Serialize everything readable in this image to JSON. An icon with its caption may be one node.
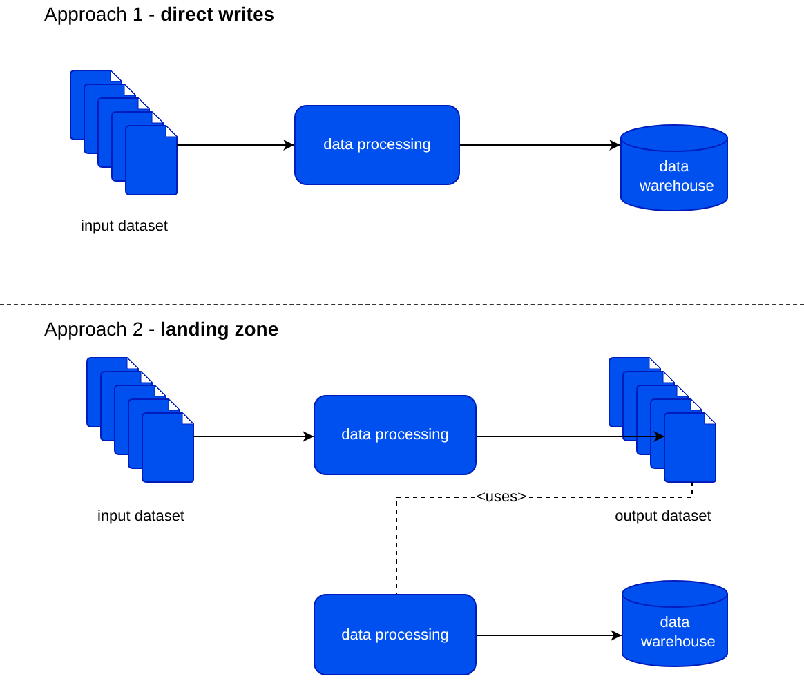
{
  "diagram": {
    "nodes": [
      {
        "text": [
          "input dataset"
        ]
      },
      {
        "text": [
          "data processing"
        ]
      },
      {
        "text": [
          "data warehouse"
        ]
      },
      {
        "text": [
          "input dataset"
        ]
      },
      {
        "text": [
          "data processing"
        ]
      },
      {
        "text": [
          "output dataset"
        ]
      },
      {
        "text": [
          "data processing"
        ]
      },
      {
        "text": [
          "data warehouse"
        ]
      }
    ],
    "edges": [
      {
        "from": 0,
        "to": 1,
        "arrow": "to"
      },
      {
        "from": 1,
        "to": 2,
        "arrow": "to"
      },
      {
        "from": 3,
        "to": 4,
        "arrow": "to"
      },
      {
        "from": 4,
        "to": 5,
        "arrow": "to"
      },
      {
        "from": 5,
        "to": 6,
        "arrow": "none",
        "label": "<uses>",
        "style": "dashed"
      },
      {
        "from": 6,
        "to": 7,
        "arrow": "to"
      }
    ],
    "labels": [
      "Approach 1 - **direct writes**",
      "Approach 2 - **landing zone**"
    ]
  }
}
